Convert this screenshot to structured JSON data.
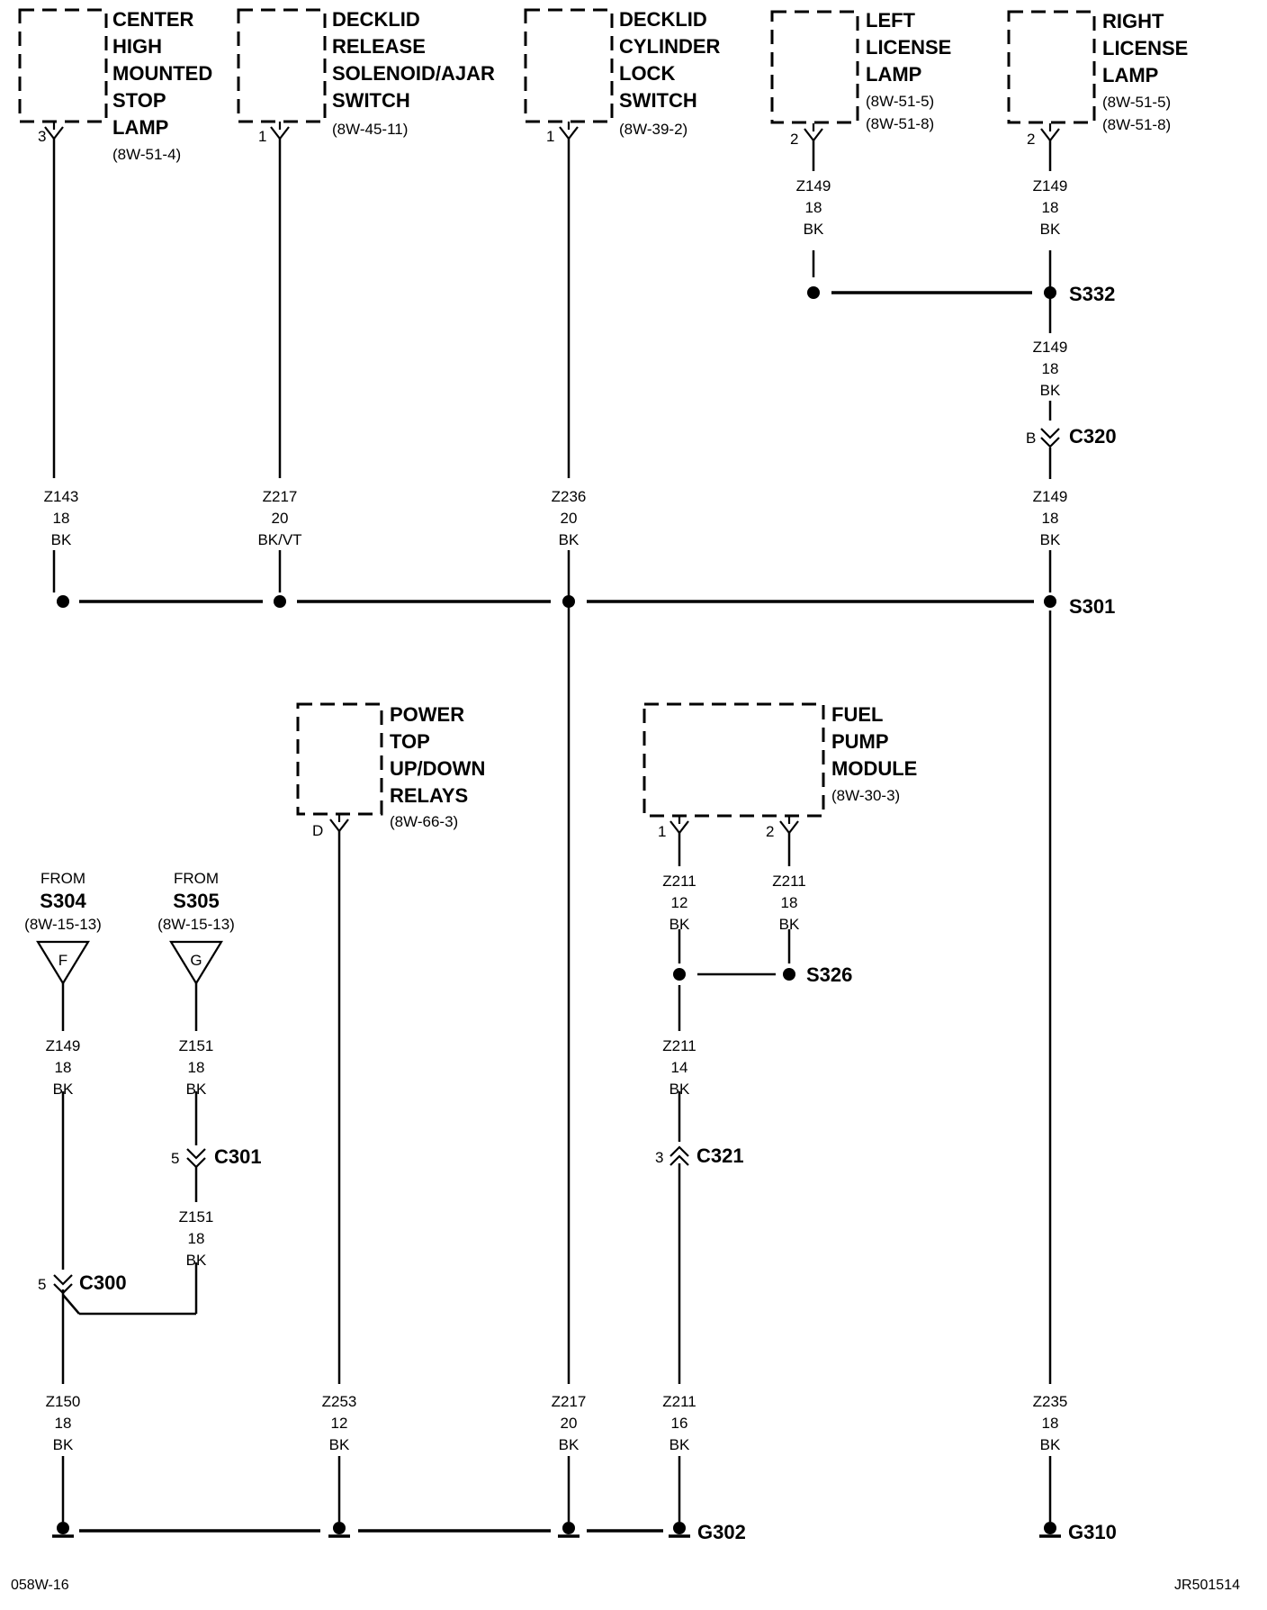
{
  "components": {
    "chmsl": {
      "lines": [
        "CENTER",
        "HIGH",
        "MOUNTED",
        "STOP",
        "LAMP"
      ],
      "ref": [
        "(8W-51-4)"
      ],
      "pin": "3"
    },
    "decklid_release": {
      "lines": [
        "DECKLID",
        "RELEASE",
        "SOLENOID/AJAR",
        "SWITCH"
      ],
      "ref": [
        "(8W-45-11)"
      ],
      "pin": "1"
    },
    "decklid_cylinder": {
      "lines": [
        "DECKLID",
        "CYLINDER",
        "LOCK",
        "SWITCH"
      ],
      "ref": [
        "(8W-39-2)"
      ],
      "pin": "1"
    },
    "left_license": {
      "lines": [
        "LEFT",
        "LICENSE",
        "LAMP"
      ],
      "ref": [
        "(8W-51-5)",
        "(8W-51-8)"
      ],
      "pin": "2"
    },
    "right_license": {
      "lines": [
        "RIGHT",
        "LICENSE",
        "LAMP"
      ],
      "ref": [
        "(8W-51-5)",
        "(8W-51-8)"
      ],
      "pin": "2"
    },
    "power_top": {
      "lines": [
        "POWER",
        "TOP",
        "UP/DOWN",
        "RELAYS"
      ],
      "ref": [
        "(8W-66-3)"
      ],
      "pin": "D"
    },
    "fuel_pump": {
      "lines": [
        "FUEL",
        "PUMP",
        "MODULE"
      ],
      "ref": [
        "(8W-30-3)"
      ],
      "pin1": "1",
      "pin2": "2"
    }
  },
  "wires": {
    "w_l_lic": [
      "Z149",
      "18",
      "BK"
    ],
    "w_r_lic": [
      "Z149",
      "18",
      "BK"
    ],
    "w_s332_c320": [
      "Z149",
      "18",
      "BK"
    ],
    "w_c320_s301": [
      "Z149",
      "18",
      "BK"
    ],
    "w_chmsl": [
      "Z143",
      "18",
      "BK"
    ],
    "w_release": [
      "Z217",
      "20",
      "BK/VT"
    ],
    "w_cyl": [
      "Z236",
      "20",
      "BK"
    ],
    "w_s304": [
      "Z149",
      "18",
      "BK"
    ],
    "w_s305": [
      "Z151",
      "18",
      "BK"
    ],
    "w_c301_c300": [
      "Z151",
      "18",
      "BK"
    ],
    "w_fp1": [
      "Z211",
      "12",
      "BK"
    ],
    "w_fp2": [
      "Z211",
      "18",
      "BK"
    ],
    "w_s326_c321": [
      "Z211",
      "14",
      "BK"
    ],
    "w_z150": [
      "Z150",
      "18",
      "BK"
    ],
    "w_z253": [
      "Z253",
      "12",
      "BK"
    ],
    "w_z217g": [
      "Z217",
      "20",
      "BK"
    ],
    "w_z211g": [
      "Z211",
      "16",
      "BK"
    ],
    "w_z235": [
      "Z235",
      "18",
      "BK"
    ]
  },
  "splices": {
    "s332": "S332",
    "s301": "S301",
    "s326": "S326"
  },
  "connectors": {
    "c320": {
      "name": "C320",
      "pin": "B"
    },
    "c301": {
      "name": "C301",
      "pin": "5"
    },
    "c300": {
      "name": "C300",
      "pin": "5"
    },
    "c321": {
      "name": "C321",
      "pin": "3"
    }
  },
  "grounds": {
    "g302": "G302",
    "g310": "G310"
  },
  "from_s304": {
    "from": "FROM",
    "splice": "S304",
    "ref": "(8W-15-13)",
    "letter": "F"
  },
  "from_s305": {
    "from": "FROM",
    "splice": "S305",
    "ref": "(8W-15-13)",
    "letter": "G"
  },
  "footer": {
    "left": "058W-16",
    "right": "JR501514"
  }
}
